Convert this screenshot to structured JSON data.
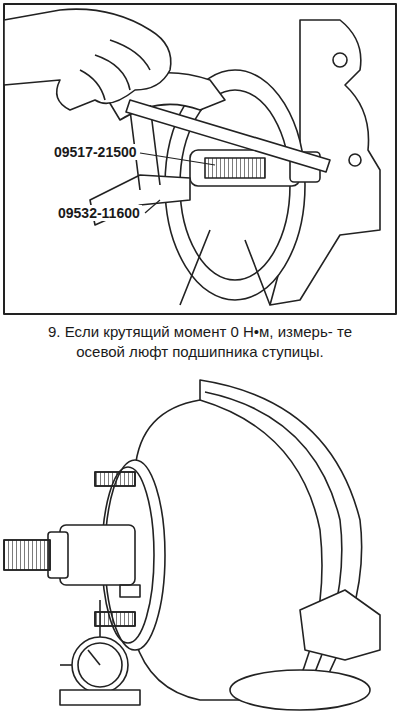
{
  "diagram": {
    "labels": [
      "09517-21500",
      "09532-11600",
      "9. Если крутящий момент 0 Н•м, измерь- те осевой люфт подшипника ступицы."
    ]
  }
}
